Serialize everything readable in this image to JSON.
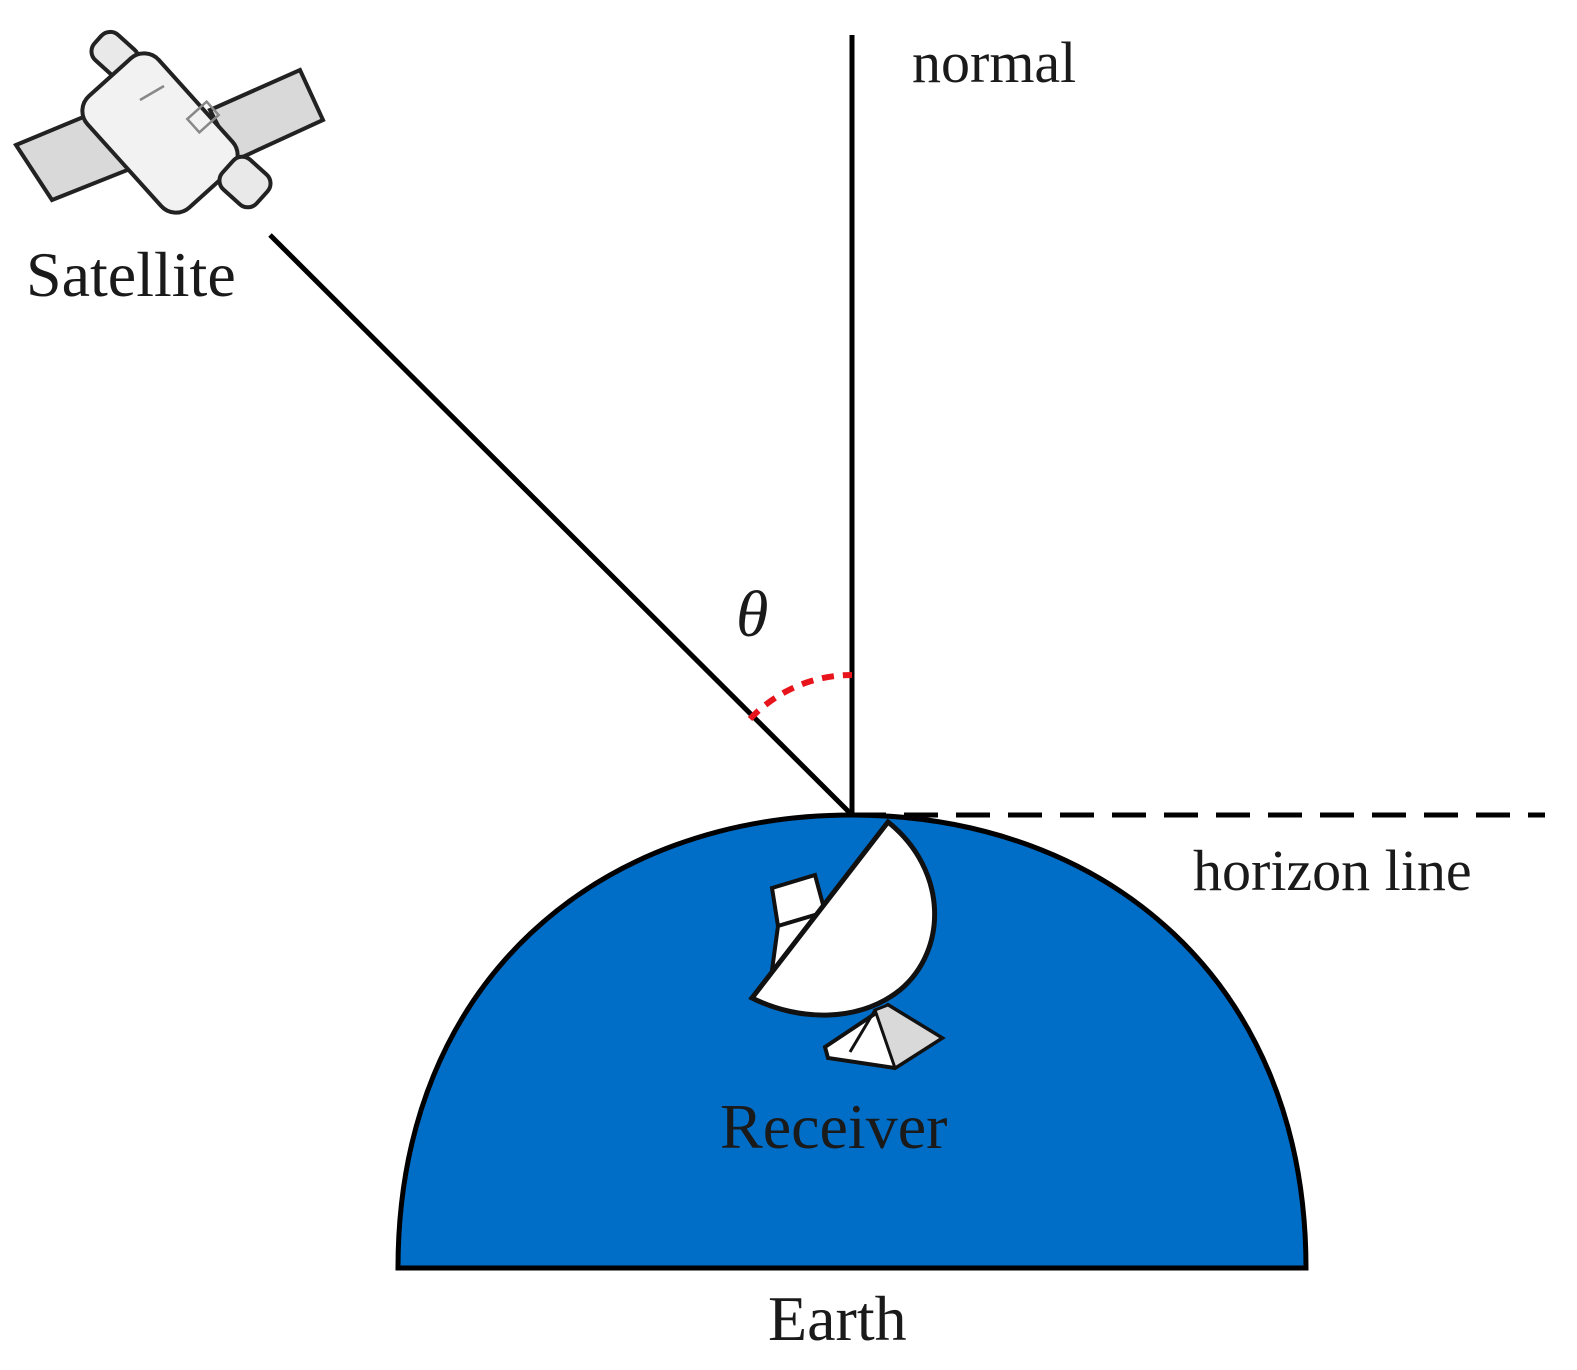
{
  "labels": {
    "satellite": "Satellite",
    "normal": "normal",
    "theta": "θ",
    "horizon": "horizon line",
    "receiver": "Receiver",
    "earth": "Earth"
  },
  "icons": {
    "satellite": "satellite-icon",
    "receiver": "satellite-dish-icon"
  },
  "colors": {
    "earth_fill": "#006ec7",
    "line": "#000000",
    "angle_arc": "#e8141c",
    "text": "#1a1a1a",
    "icon_fill": "#ffffff",
    "icon_shade": "#d9d9d9"
  }
}
